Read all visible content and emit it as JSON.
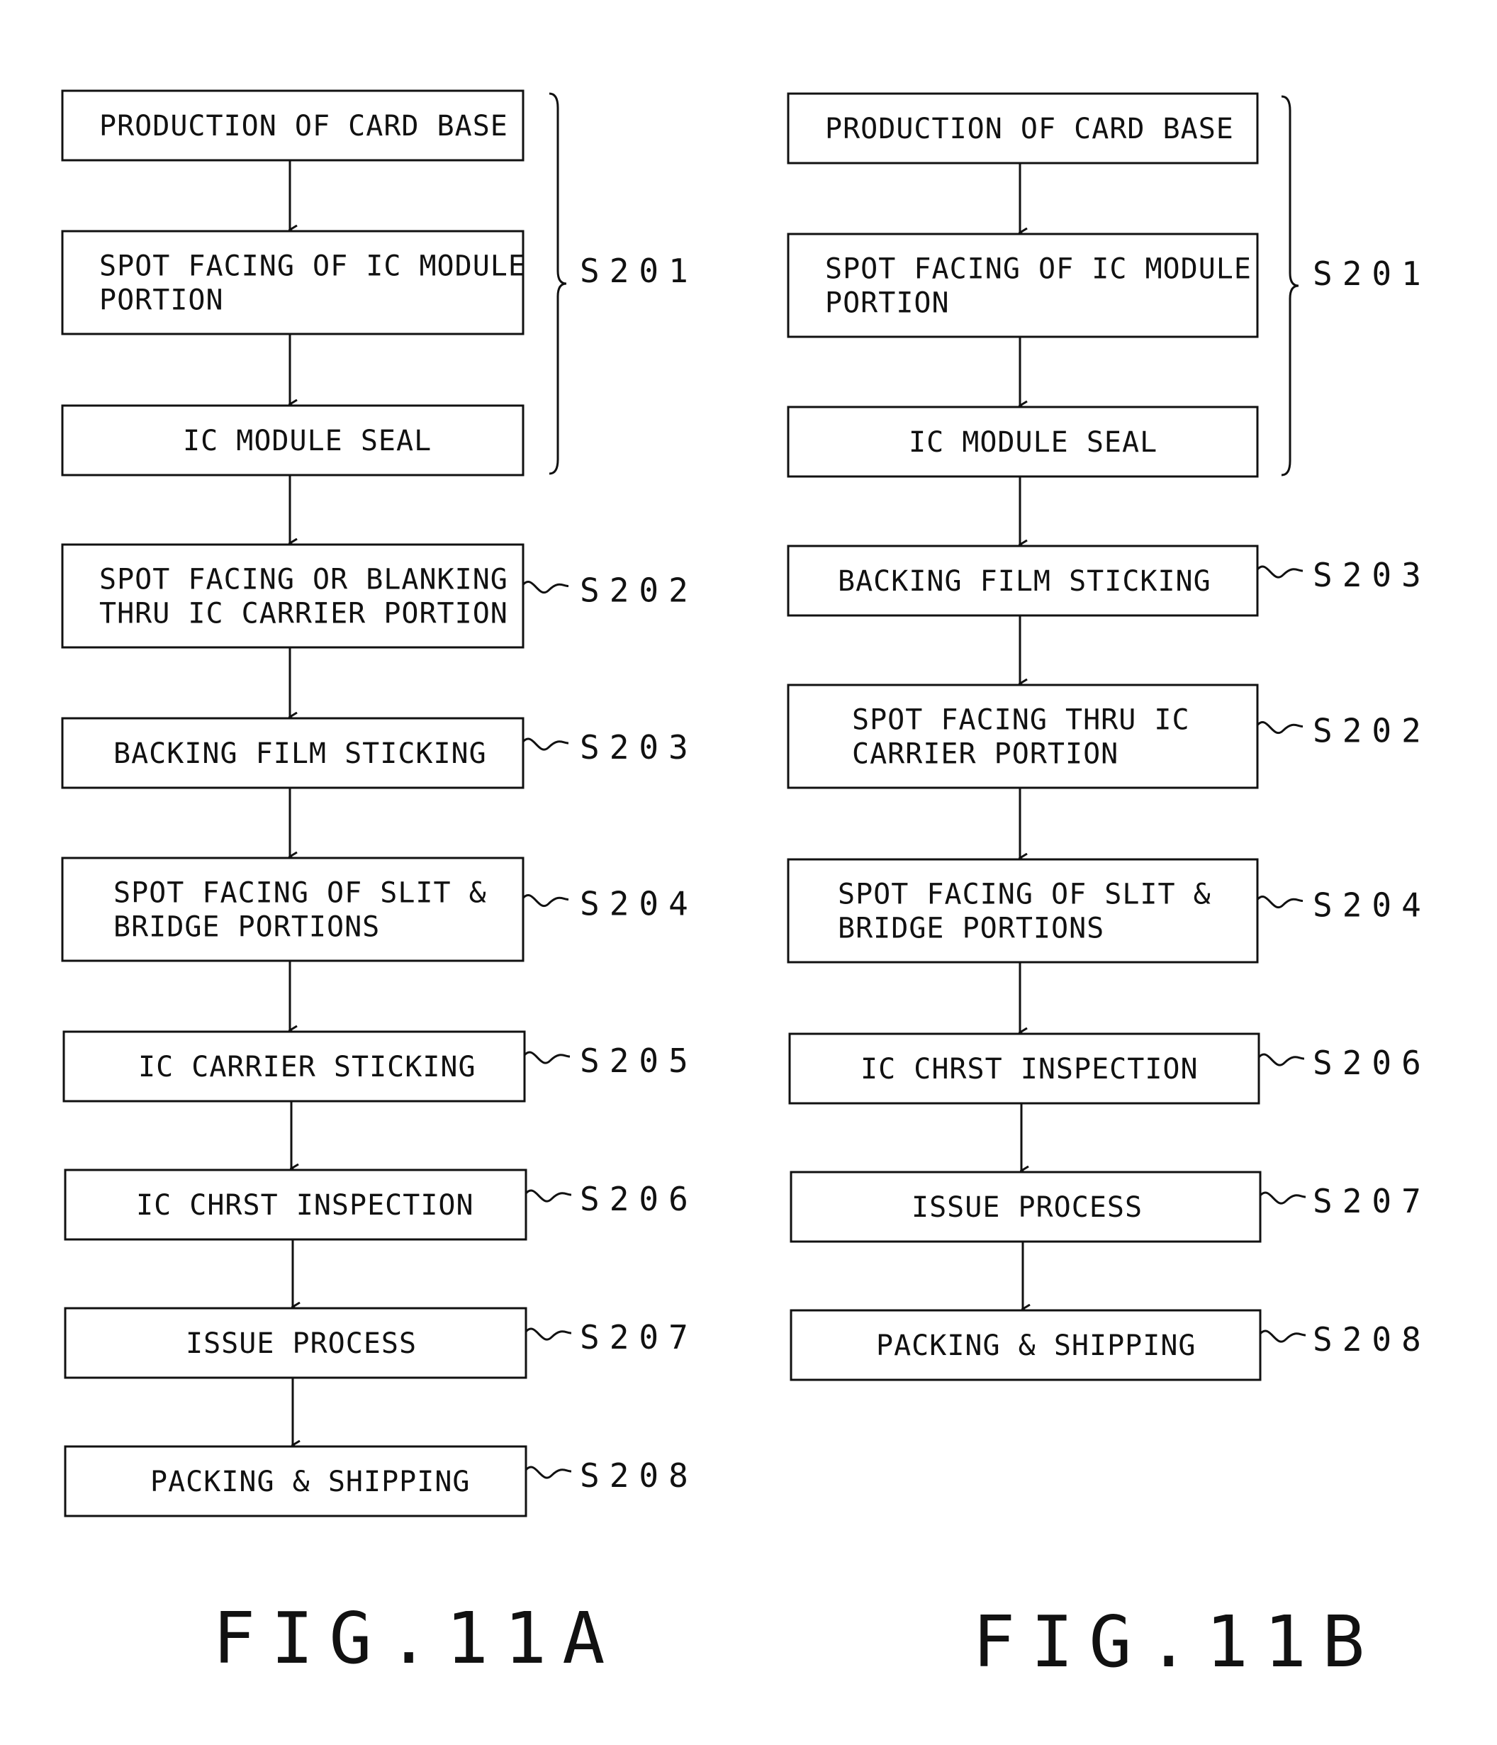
{
  "figures": [
    {
      "caption": "FIG.11A",
      "boxes": [
        {
          "lines": [
            "PRODUCTION OF CARD BASE"
          ]
        },
        {
          "lines": [
            "SPOT FACING OF IC MODULE",
            "PORTION"
          ]
        },
        {
          "lines": [
            "IC MODULE SEAL"
          ]
        },
        {
          "lines": [
            "SPOT FACING OR BLANKING",
            "THRU IC CARRIER PORTION"
          ],
          "step": "S202"
        },
        {
          "lines": [
            "BACKING FILM STICKING"
          ],
          "step": "S203"
        },
        {
          "lines": [
            "SPOT FACING OF SLIT &",
            "BRIDGE PORTIONS"
          ],
          "step": "S204"
        },
        {
          "lines": [
            "IC CARRIER STICKING"
          ],
          "step": "S205"
        },
        {
          "lines": [
            "IC CHRST INSPECTION"
          ],
          "step": "S206"
        },
        {
          "lines": [
            "ISSUE PROCESS"
          ],
          "step": "S207"
        },
        {
          "lines": [
            "PACKING & SHIPPING"
          ],
          "step": "S208"
        }
      ],
      "group_label": "S201"
    },
    {
      "caption": "FIG.11B",
      "boxes": [
        {
          "lines": [
            "PRODUCTION OF CARD BASE"
          ]
        },
        {
          "lines": [
            "SPOT FACING OF IC MODULE",
            "PORTION"
          ]
        },
        {
          "lines": [
            "IC MODULE SEAL"
          ]
        },
        {
          "lines": [
            "BACKING FILM STICKING"
          ],
          "step": "S203"
        },
        {
          "lines": [
            "SPOT FACING THRU IC",
            "CARRIER PORTION"
          ],
          "step": "S202"
        },
        {
          "lines": [
            "SPOT FACING OF SLIT &",
            "BRIDGE PORTIONS"
          ],
          "step": "S204"
        },
        {
          "lines": [
            "IC CHRST INSPECTION"
          ],
          "step": "S206"
        },
        {
          "lines": [
            "ISSUE PROCESS"
          ],
          "step": "S207"
        },
        {
          "lines": [
            "PACKING & SHIPPING"
          ],
          "step": "S208"
        }
      ],
      "group_label": "S201"
    }
  ]
}
